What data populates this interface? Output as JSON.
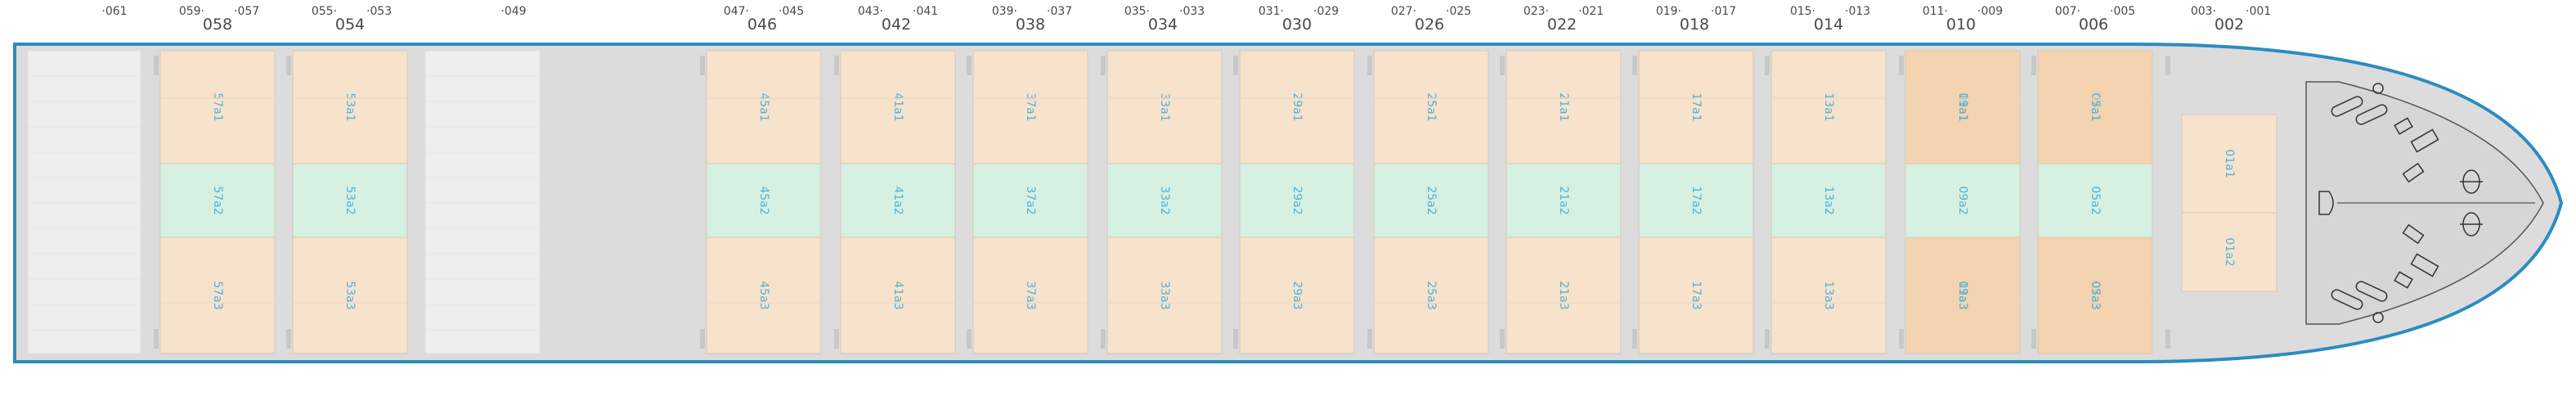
{
  "bay_headers": [
    {
      "main": "",
      "left": "",
      "right": "061"
    },
    {
      "main": "058",
      "left": "059",
      "right": "057"
    },
    {
      "main": "054",
      "left": "055",
      "right": "053"
    },
    {
      "main": "",
      "left": "",
      "right": "049"
    },
    {
      "main": "046",
      "left": "047",
      "right": "045"
    },
    {
      "main": "042",
      "left": "043",
      "right": "041"
    },
    {
      "main": "038",
      "left": "039",
      "right": "037"
    },
    {
      "main": "034",
      "left": "035",
      "right": "033"
    },
    {
      "main": "030",
      "left": "031",
      "right": "029"
    },
    {
      "main": "026",
      "left": "027",
      "right": "025"
    },
    {
      "main": "022",
      "left": "023",
      "right": "021"
    },
    {
      "main": "018",
      "left": "019",
      "right": "017"
    },
    {
      "main": "014",
      "left": "015",
      "right": "013"
    },
    {
      "main": "010",
      "left": "011",
      "right": "009"
    },
    {
      "main": "006",
      "left": "007",
      "right": "005"
    },
    {
      "main": "002",
      "left": "003",
      "right": "001"
    }
  ],
  "bays": [
    {
      "kind": "empty"
    },
    {
      "kind": "hold",
      "labels": [
        "57a1",
        "57a2",
        "57a3"
      ]
    },
    {
      "kind": "hold",
      "labels": [
        "53a1",
        "53a2",
        "53a3"
      ]
    },
    {
      "kind": "empty"
    },
    {
      "kind": "hold",
      "labels": [
        "45a1",
        "45a2",
        "45a3"
      ]
    },
    {
      "kind": "hold",
      "labels": [
        "41a1",
        "41a2",
        "41a3"
      ]
    },
    {
      "kind": "hold",
      "labels": [
        "37a1",
        "37a2",
        "37a3"
      ]
    },
    {
      "kind": "hold",
      "labels": [
        "33a1",
        "33a2",
        "33a3"
      ]
    },
    {
      "kind": "hold",
      "labels": [
        "29a1",
        "29a2",
        "29a3"
      ]
    },
    {
      "kind": "hold",
      "labels": [
        "25a1",
        "25a2",
        "25a3"
      ]
    },
    {
      "kind": "hold",
      "labels": [
        "21a1",
        "21a2",
        "21a3"
      ]
    },
    {
      "kind": "hold",
      "labels": [
        "17a1",
        "17a2",
        "17a3"
      ]
    },
    {
      "kind": "hold",
      "labels": [
        "13a1",
        "13a2",
        "13a3"
      ]
    },
    {
      "kind": "hold",
      "labels": [
        "09a1",
        "09a2",
        "09a3"
      ],
      "overlap_labels": [
        "11a1",
        "11a3"
      ]
    },
    {
      "kind": "hold",
      "labels": [
        "05a1",
        "05a2",
        "05a3"
      ],
      "overlap_labels": [
        "07a1",
        "07a3"
      ]
    },
    {
      "kind": "hold",
      "labels": [
        "01a1",
        "01a2"
      ]
    }
  ],
  "colors": {
    "hull_fill": "#dcdcdc",
    "hull_outline": "#3aa0d0",
    "cargo_cell": "#f7e2cc",
    "cargo_cell_dark": "#f4d3b0",
    "center_cell": "#d6f0e2",
    "empty_bay": "#eeeeee",
    "slot_text": "#4fb3d9",
    "header_text": "#4a4a4a"
  },
  "icons": [
    "capstan-icon",
    "bollard-icon",
    "hatch-icon",
    "chock-icon"
  ]
}
